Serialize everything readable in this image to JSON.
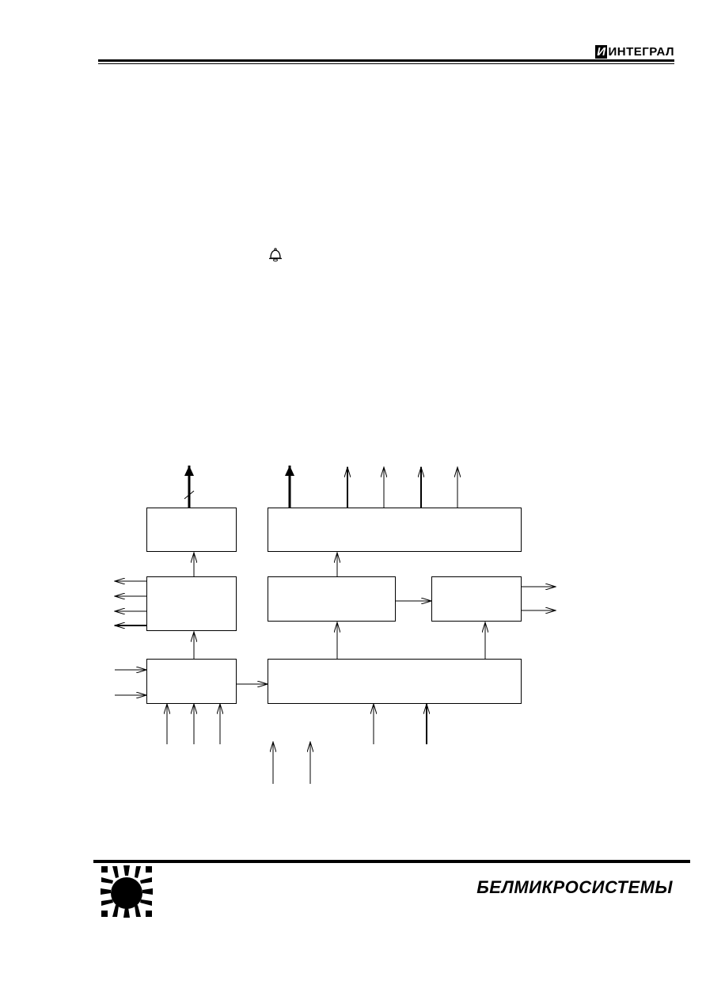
{
  "header": {
    "brand_mark": "И",
    "brand_text": "ИНТЕГРАЛ"
  },
  "footer": {
    "brand_text": "БЕЛМИКРОСИСТЕМЫ"
  },
  "icons": {
    "bell": "bell-icon",
    "logo": "sun-logo-icon"
  }
}
